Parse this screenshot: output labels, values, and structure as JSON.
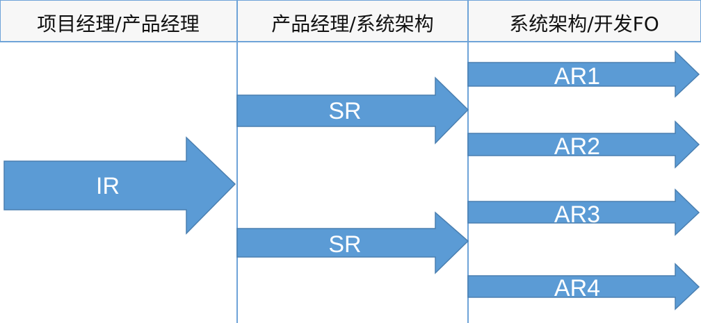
{
  "headers": [
    "项目经理/产品经理",
    "产品经理/系统架构",
    "系统架构/开发FO"
  ],
  "arrows": {
    "ir": "IR",
    "sr_top": "SR",
    "sr_bottom": "SR",
    "ar1": "AR1",
    "ar2": "AR2",
    "ar3": "AR3",
    "ar4": "AR4"
  },
  "colors": {
    "header_fill": "#f7f7f7",
    "grid_line": "#6ea3d8",
    "arrow_fill": "#5b9bd5",
    "arrow_stroke": "#4a7fb0",
    "arrow_text": "#ffffff"
  }
}
